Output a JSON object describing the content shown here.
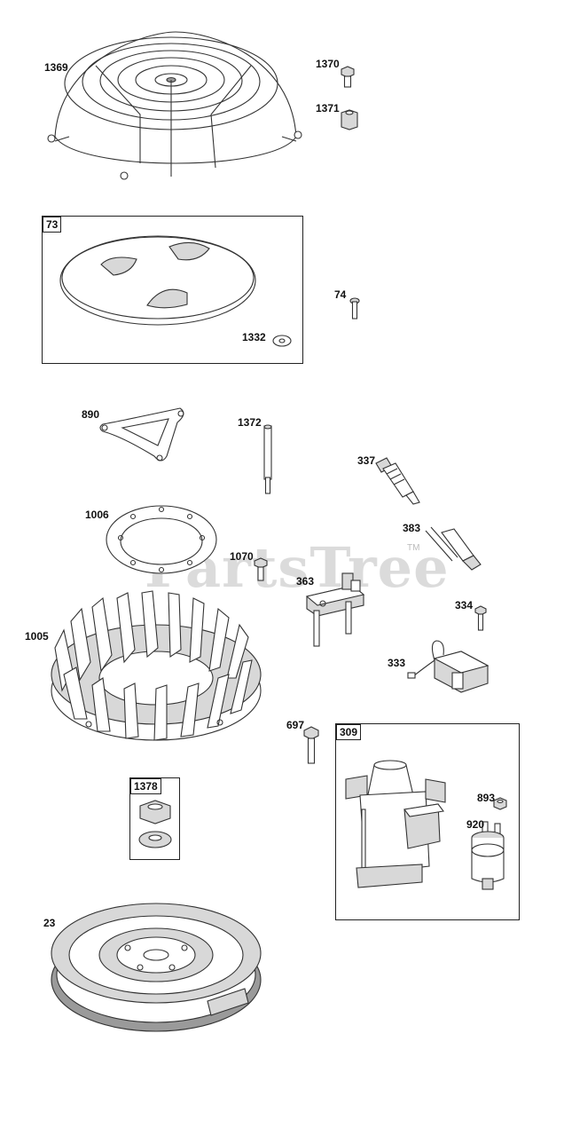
{
  "watermark": "PartsTree",
  "watermark_tm": "TM",
  "parts": [
    {
      "id": "1369"
    },
    {
      "id": "1370"
    },
    {
      "id": "1371"
    },
    {
      "id": "73"
    },
    {
      "id": "74"
    },
    {
      "id": "1332"
    },
    {
      "id": "890"
    },
    {
      "id": "1372"
    },
    {
      "id": "337"
    },
    {
      "id": "1006"
    },
    {
      "id": "383"
    },
    {
      "id": "1070"
    },
    {
      "id": "363"
    },
    {
      "id": "1005"
    },
    {
      "id": "334"
    },
    {
      "id": "333"
    },
    {
      "id": "697"
    },
    {
      "id": "309"
    },
    {
      "id": "1378"
    },
    {
      "id": "893"
    },
    {
      "id": "920"
    },
    {
      "id": "23"
    }
  ]
}
